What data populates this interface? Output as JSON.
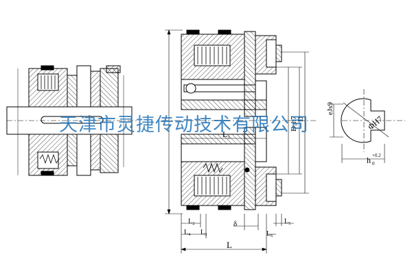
{
  "watermark": "天津市灵捷传动技术有限公司",
  "dimensions": {
    "D": "D",
    "D_h7": "D₁h7",
    "L1": "L₁",
    "L": "L",
    "L2": "L₂",
    "L3": "L₃",
    "L4": "L₄",
    "L5": "L₅",
    "L6": "L₆",
    "delta": "δ",
    "key_width": "eJs9",
    "bore": "ΦH7",
    "keyway_depth": "h",
    "keyway_tol": "+0.2",
    "keyway_tol_zero": "0"
  },
  "colors": {
    "line": "#000000",
    "watermark": "#1f73b8",
    "fill": "#000000"
  }
}
